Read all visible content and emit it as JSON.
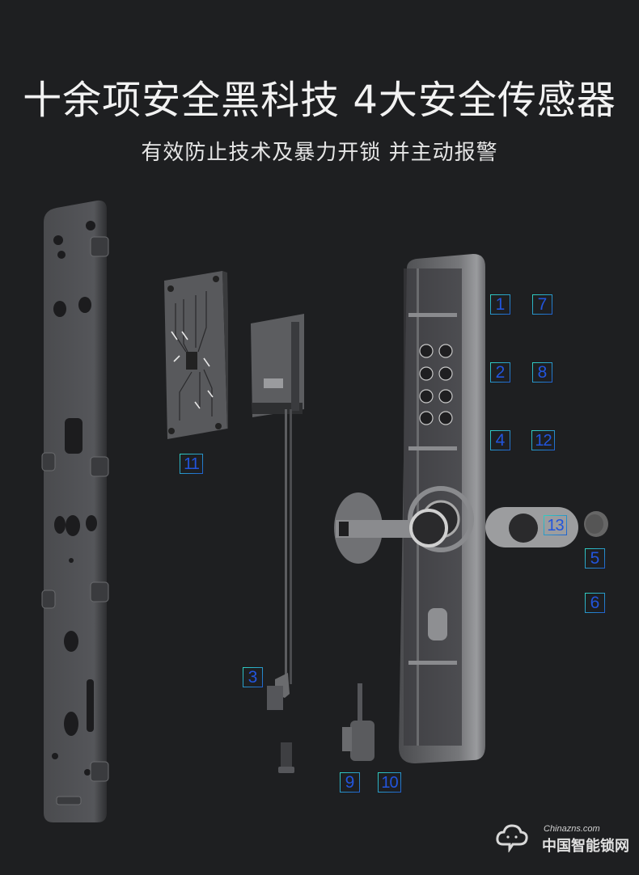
{
  "header": {
    "title": "十余项安全黑科技 4大安全传感器",
    "subtitle": "有效防止技术及暴力开锁 并主动报警"
  },
  "colors": {
    "background": "#1e1f21",
    "title_text": "#f2f2f2",
    "callout_border_start": "#30d0c0",
    "callout_border_end": "#2060d0",
    "callout_text": "#2255dd",
    "part_metal": "#5a5b5e"
  },
  "callouts": [
    {
      "id": "1",
      "label": "1"
    },
    {
      "id": "2",
      "label": "2"
    },
    {
      "id": "3",
      "label": "3"
    },
    {
      "id": "4",
      "label": "4"
    },
    {
      "id": "5",
      "label": "5"
    },
    {
      "id": "6",
      "label": "6"
    },
    {
      "id": "7",
      "label": "7"
    },
    {
      "id": "8",
      "label": "8"
    },
    {
      "id": "9",
      "label": "9"
    },
    {
      "id": "10",
      "label": "10"
    },
    {
      "id": "11",
      "label": "11"
    },
    {
      "id": "12",
      "label": "12"
    },
    {
      "id": "13",
      "label": "13"
    }
  ],
  "parts": [
    {
      "name": "mounting-plate"
    },
    {
      "name": "circuit-board-cover"
    },
    {
      "name": "pcb-module-with-rod"
    },
    {
      "name": "lock-body-housing"
    },
    {
      "name": "handle-spindle-assembly"
    },
    {
      "name": "cylinder-knob"
    },
    {
      "name": "motor-latch"
    }
  ],
  "watermark": {
    "brand": "Chinazns.com",
    "name": "中国智能锁网",
    "icon": "cloud-face-icon"
  }
}
